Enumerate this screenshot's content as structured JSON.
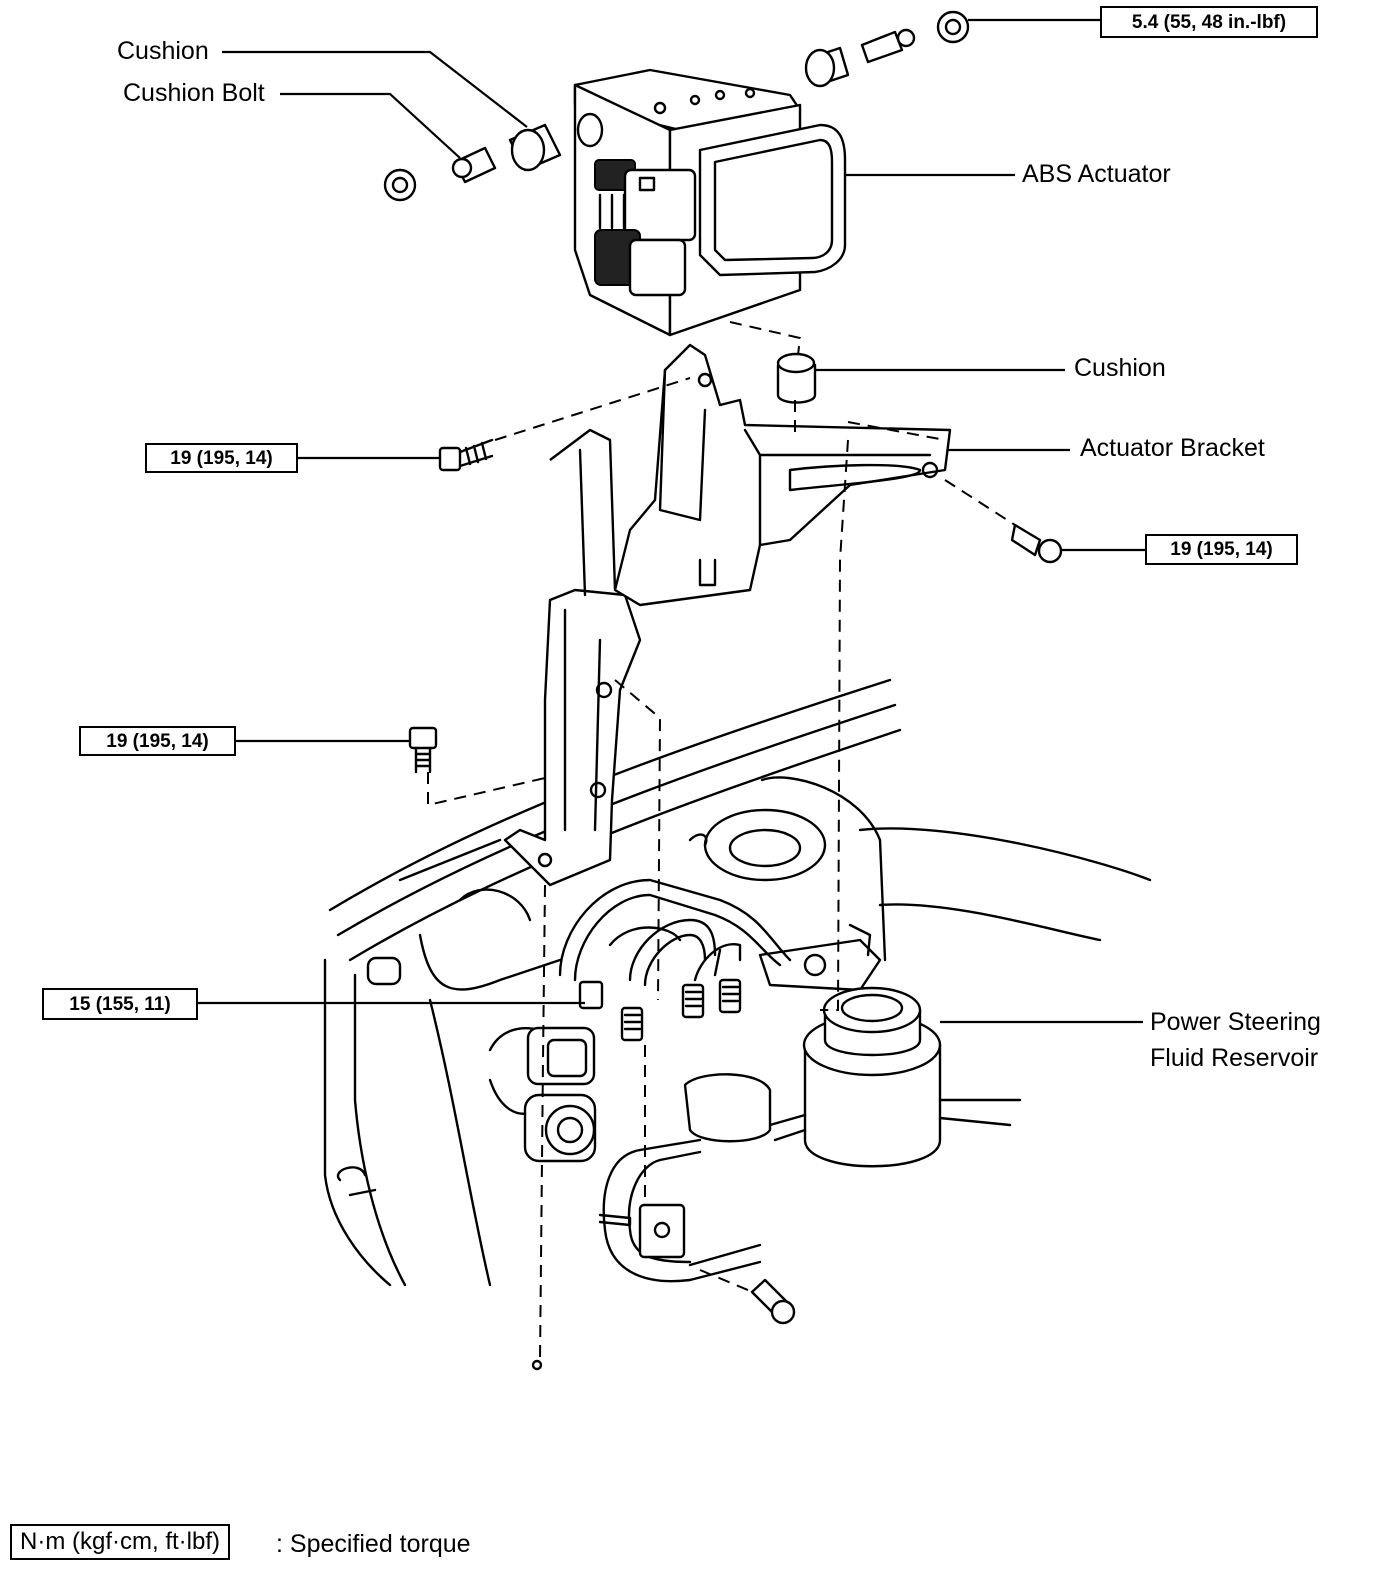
{
  "callouts": {
    "cushion_top": "Cushion",
    "cushion_bolt": "Cushion Bolt",
    "abs_actuator": "ABS Actuator",
    "cushion_mid": "Cushion",
    "actuator_bracket": "Actuator Bracket",
    "ps_reservoir_line1": "Power Steering",
    "ps_reservoir_line2": "Fluid Reservoir"
  },
  "torque": {
    "top_right": "5.4 (55, 48 in.-lbf)",
    "bracket_left": "19 (195, 14)",
    "bracket_right": "19 (195, 14)",
    "lower_left": "19 (195, 14)",
    "brake_lines": "15 (155, 11)"
  },
  "legend": {
    "unit_box": "N·m (kgf·cm, ft·lbf)",
    "description": ": Specified torque"
  }
}
